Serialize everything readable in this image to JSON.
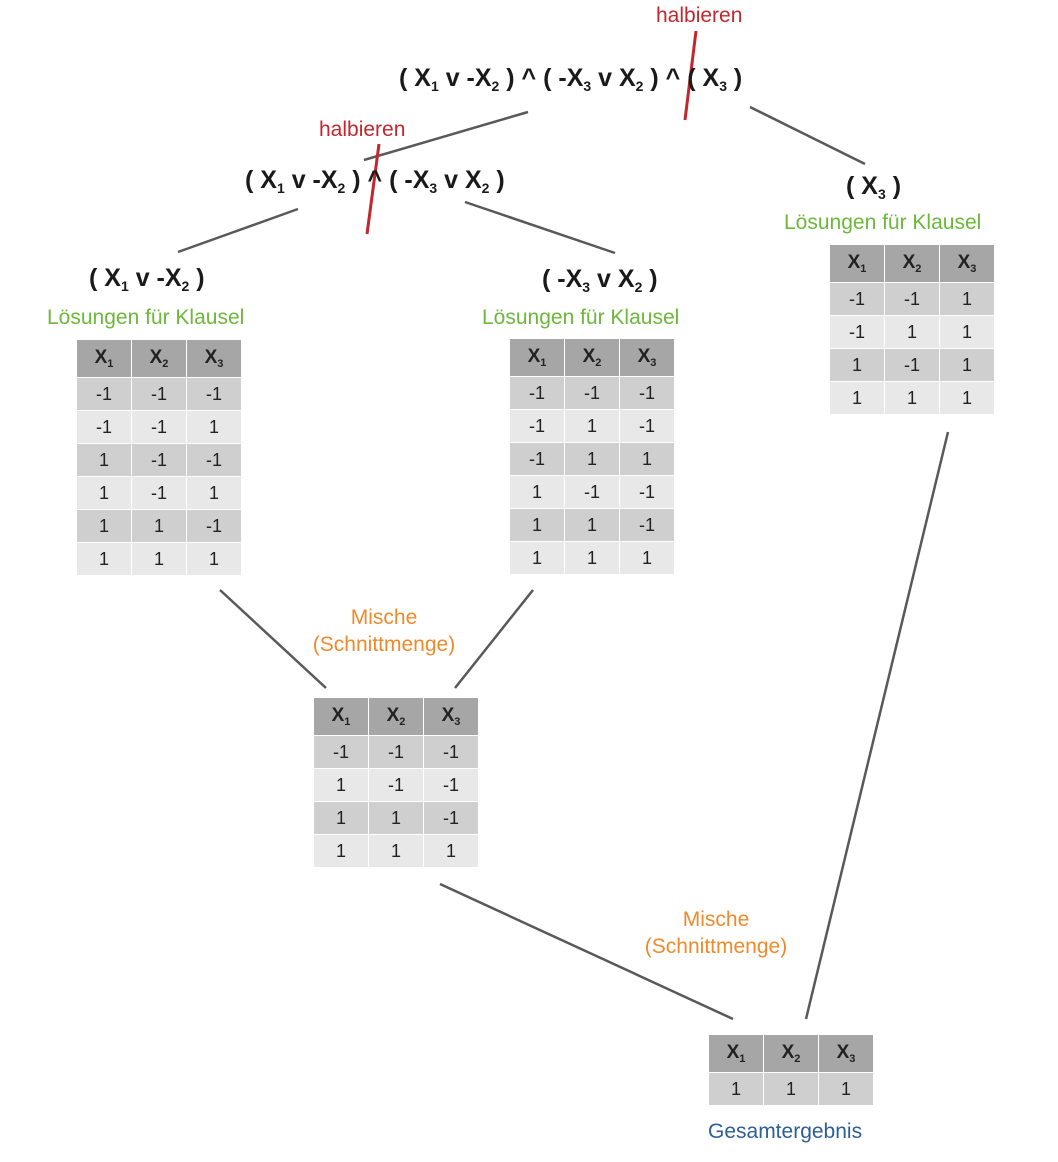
{
  "formulas": {
    "full": [
      "( X",
      "1",
      " v -X",
      "2",
      " ) ^ ( -X",
      "3",
      " v X",
      "2",
      " ) ^ ( X",
      "3",
      " )"
    ],
    "left_half": [
      "( X",
      "1",
      " v -X",
      "2",
      " ) ^ ( -X",
      "3",
      " v X",
      "2",
      " )"
    ],
    "right_half": [
      "( X",
      "3",
      " )"
    ],
    "clause_a": [
      "( X",
      "1",
      " v -X",
      "2",
      " )"
    ],
    "clause_b": [
      "( -X",
      "3",
      " v X",
      "2",
      " )"
    ]
  },
  "labels": {
    "halve_top": "halbieren",
    "halve_left": "halbieren",
    "solutions_right": "Lösungen für Klausel",
    "solutions_a": "Lösungen für Klausel",
    "solutions_b": "Lösungen für Klausel",
    "merge1_line1": "Mische",
    "merge1_line2": "(Schnittmenge)",
    "merge2_line1": "Mische",
    "merge2_line2": "(Schnittmenge)",
    "result": "Gesamtergebnis"
  },
  "header": [
    [
      "X",
      "1"
    ],
    [
      "X",
      "2"
    ],
    [
      "X",
      "3"
    ]
  ],
  "tables": {
    "clause_a": [
      [
        "-1",
        "-1",
        "-1"
      ],
      [
        "-1",
        "-1",
        "1"
      ],
      [
        "1",
        "-1",
        "-1"
      ],
      [
        "1",
        "-1",
        "1"
      ],
      [
        "1",
        "1",
        "-1"
      ],
      [
        "1",
        "1",
        "1"
      ]
    ],
    "clause_b": [
      [
        "-1",
        "-1",
        "-1"
      ],
      [
        "-1",
        "1",
        "-1"
      ],
      [
        "-1",
        "1",
        "1"
      ],
      [
        "1",
        "-1",
        "-1"
      ],
      [
        "1",
        "1",
        "-1"
      ],
      [
        "1",
        "1",
        "1"
      ]
    ],
    "clause_c": [
      [
        "-1",
        "-1",
        "1"
      ],
      [
        "-1",
        "1",
        "1"
      ],
      [
        "1",
        "-1",
        "1"
      ],
      [
        "1",
        "1",
        "1"
      ]
    ],
    "merge1": [
      [
        "-1",
        "-1",
        "-1"
      ],
      [
        "1",
        "-1",
        "-1"
      ],
      [
        "1",
        "1",
        "-1"
      ],
      [
        "1",
        "1",
        "1"
      ]
    ],
    "result": [
      [
        "1",
        "1",
        "1"
      ]
    ]
  },
  "colors": {
    "green": "#6cb83a",
    "red": "#c1272d",
    "orange": "#ef8a2c",
    "blue": "#2d5f94",
    "line": "#595959",
    "header_bg": "#a6a6a6",
    "row_dark": "#cfcfcf",
    "row_light": "#e8e8e8"
  }
}
